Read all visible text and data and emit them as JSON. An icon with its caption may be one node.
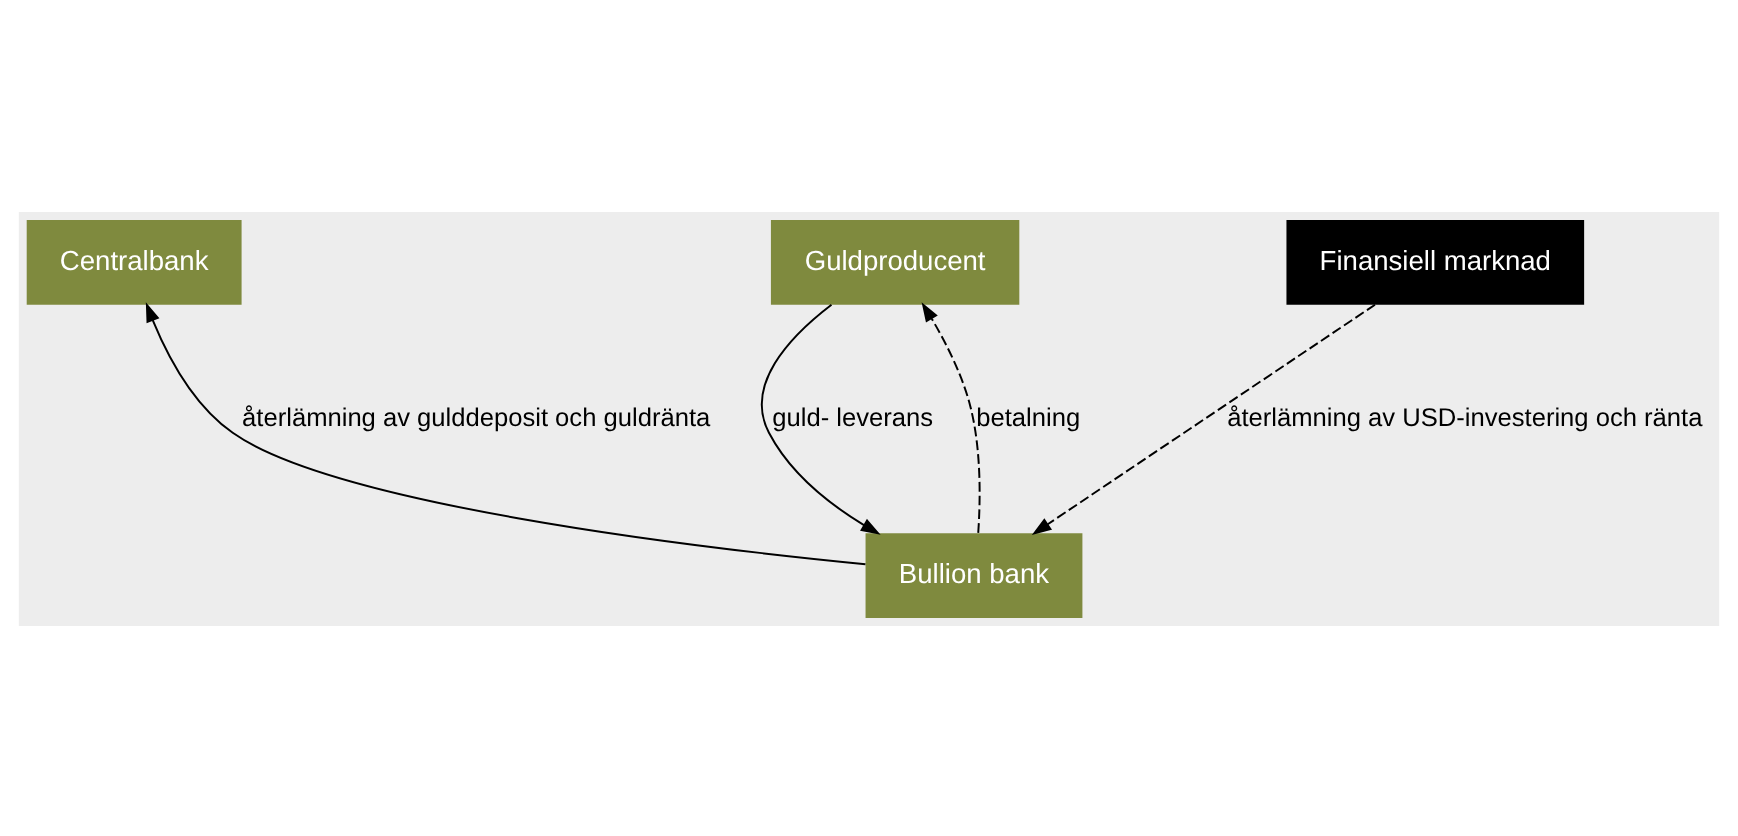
{
  "diagram": {
    "nodes": [
      {
        "text": [
          "Centralbank"
        ]
      },
      {
        "text": [
          "Guldproducent"
        ]
      },
      {
        "text": [
          "Finansiell marknad"
        ]
      },
      {
        "text": [
          "Bullion bank"
        ]
      }
    ],
    "edges": [
      {
        "from": 3,
        "to": 0,
        "arrow": "to",
        "label": "återlämning av gulddeposit och guldränta"
      },
      {
        "from": 1,
        "to": 3,
        "arrow": "to",
        "label": "guld- leverans"
      },
      {
        "from": 3,
        "to": 1,
        "arrow": "to",
        "style": "dashed",
        "label": "betalning"
      },
      {
        "from": 2,
        "to": 3,
        "arrow": "to",
        "style": "dashed",
        "label": "återlämning av USD-investering och ränta"
      }
    ]
  }
}
